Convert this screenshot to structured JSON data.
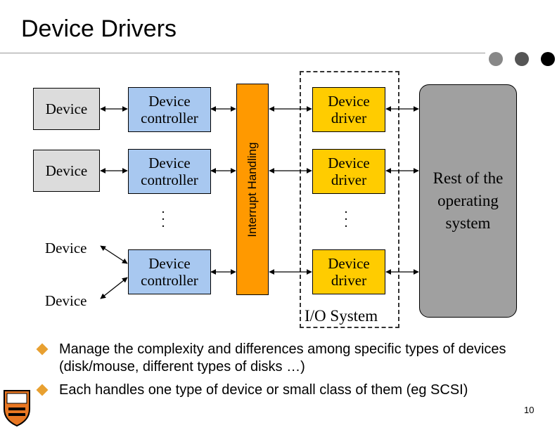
{
  "title": "Device Drivers",
  "colors": {
    "device": "#dcdcdc",
    "controller": "#a8c8f0",
    "driver": "#ffcc00",
    "interrupt": "#ff9900",
    "rest": "#a0a0a0",
    "bullet": "#e8a030"
  },
  "devices": [
    "Device",
    "Device",
    "Device",
    "Device"
  ],
  "controllers": [
    "Device controller",
    "Device controller",
    "Device controller"
  ],
  "drivers": [
    "Device driver",
    "Device driver",
    "Device driver"
  ],
  "ellipsis": "...",
  "interrupt_label": "Interrupt Handling",
  "rest_label": "Rest of the operating system",
  "io_label": "I/O System",
  "bullets": [
    "Manage the complexity and differences among specific types of devices (disk/mouse, different types of disks …)",
    "Each handles one type of device or small class of them (eg SCSI)"
  ],
  "page_number": "10",
  "icons": [
    "princeton-shield-icon",
    "diamond-bullet-icon"
  ]
}
